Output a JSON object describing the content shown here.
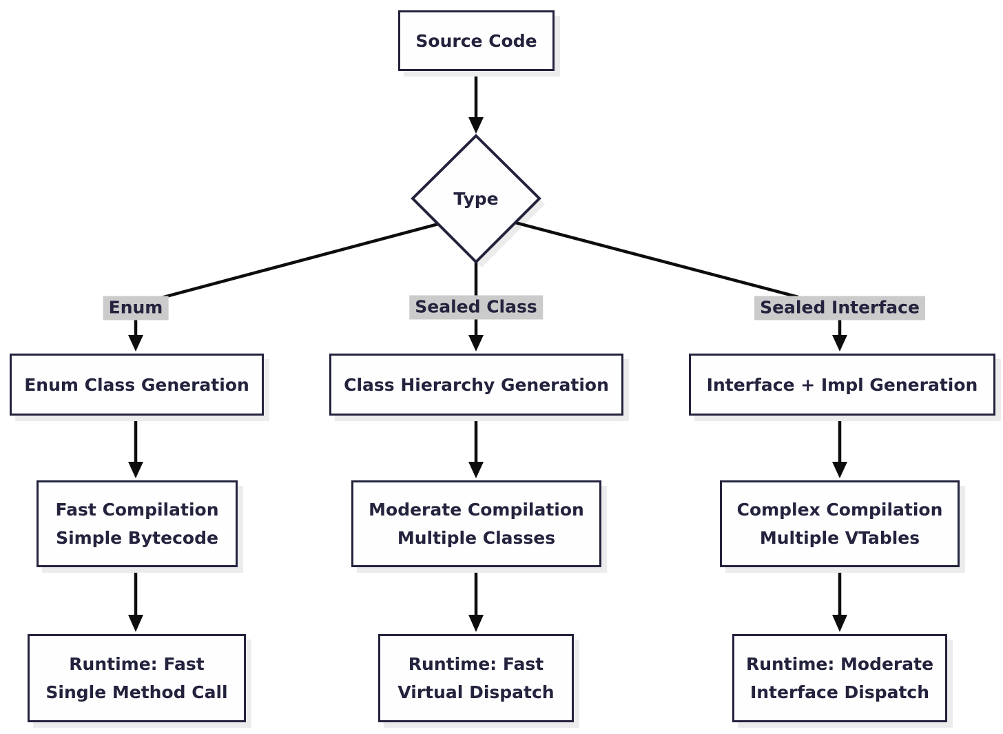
{
  "diagram": {
    "type": "flowchart",
    "nodes": {
      "source_code": {
        "label": "Source Code"
      },
      "type_decision": {
        "label": "Type"
      },
      "enum_generation": {
        "label": "Enum Class Generation"
      },
      "class_hierarchy_generation": {
        "label": "Class Hierarchy Generation"
      },
      "interface_impl_generation": {
        "label": "Interface + Impl Generation"
      },
      "enum_compilation": {
        "line1": "Fast Compilation",
        "line2": "Simple Bytecode"
      },
      "class_compilation": {
        "line1": "Moderate Compilation",
        "line2": "Multiple Classes"
      },
      "interface_compilation": {
        "line1": "Complex Compilation",
        "line2": "Multiple VTables"
      },
      "enum_runtime": {
        "line1": "Runtime: Fast",
        "line2": "Single Method Call"
      },
      "class_runtime": {
        "line1": "Runtime: Fast",
        "line2": "Virtual Dispatch"
      },
      "interface_runtime": {
        "line1": "Runtime: Moderate",
        "line2": "Interface Dispatch"
      }
    },
    "edge_labels": {
      "enum": "Enum",
      "sealed_class": "Sealed Class",
      "sealed_interface": "Sealed Interface"
    },
    "colors": {
      "background": "#ffffff",
      "node_fill": "#fefefe",
      "node_border": "#23233e",
      "text": "#23233e",
      "edge_line": "#0d0d0d",
      "edge_label_background": "#cbcbcb",
      "shadow": "#ececec"
    }
  }
}
